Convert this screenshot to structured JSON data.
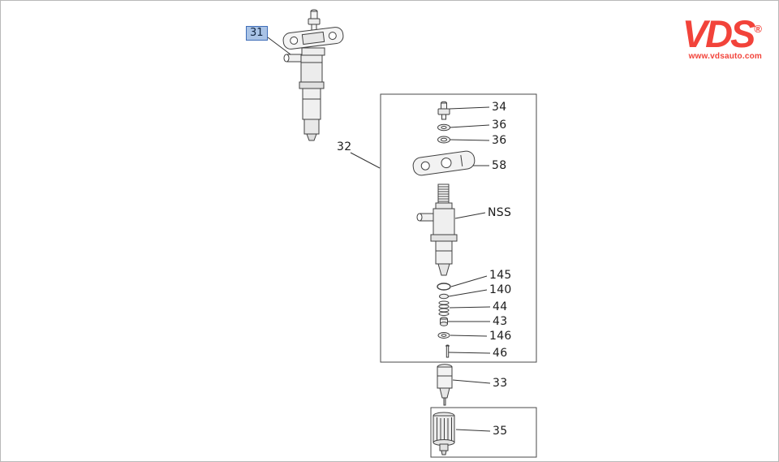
{
  "page": {
    "background": "#ffffff",
    "border_color": "#b9b9b9"
  },
  "logo": {
    "text": "VDS",
    "registered": "®",
    "website": "www.vdsauto.com",
    "color": "#f2433a"
  },
  "diagram": {
    "selected_callout": "31",
    "highlight": {
      "fill": "#a9c3e6",
      "border": "#3f6db8"
    },
    "line_color": "#3a3a3a",
    "callouts": {
      "c31": "31",
      "c32": "32",
      "c34": "34",
      "c36a": "36",
      "c36b": "36",
      "c58": "58",
      "nss": "NSS",
      "c145": "145",
      "c140": "140",
      "c44": "44",
      "c43": "43",
      "c146": "146",
      "c46": "46",
      "c33": "33",
      "c35": "35"
    }
  }
}
